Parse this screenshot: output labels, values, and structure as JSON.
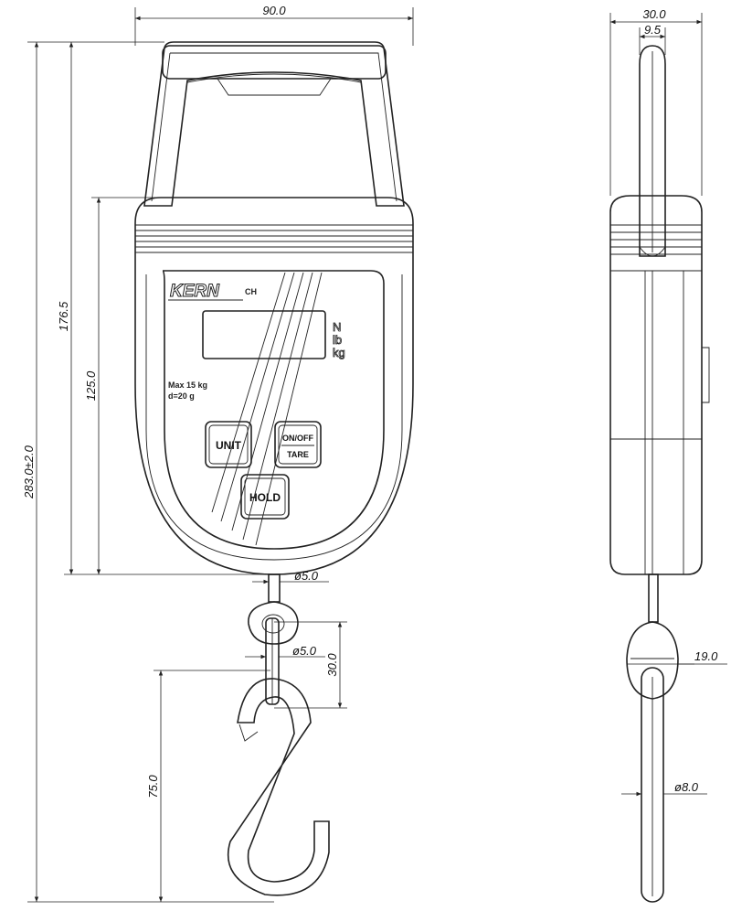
{
  "dimensions": {
    "overall_width": "90.0",
    "side_width": "30.0",
    "hook_thickness": "9.5",
    "height_to_hook_top": "176.5",
    "housing_height": "125.0",
    "overall_height": "283.0±2.0",
    "eye_diameter": "ø5.0",
    "link_diameter": "ø5.0",
    "link_length": "30.0",
    "hook_length": "75.0",
    "link_width": "19.0",
    "hook_diameter": "ø8.0"
  },
  "device": {
    "brand": "KERN",
    "brand_suffix": "CH",
    "units": [
      "N",
      "lb",
      "kg"
    ],
    "max_label": "Max 15 kg",
    "d_label": "d=20 g",
    "buttons": {
      "unit": "UNIT",
      "onoff": "ON/OFF",
      "tare": "TARE",
      "hold": "HOLD"
    }
  }
}
